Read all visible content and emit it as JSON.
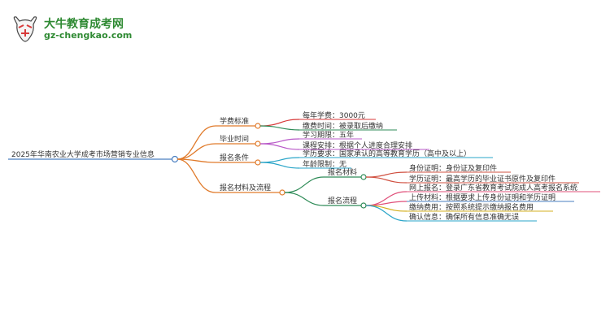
{
  "logo": {
    "title": "大牛教育成考网",
    "url": "gz-chengkao.com",
    "brand_color": "#2f8a33",
    "icon": "bull-head-logo-icon"
  },
  "root": {
    "label": "2025年华南农业大学成考市场营销专业信息"
  },
  "colors": {
    "root_branch": "#e07a2a",
    "root_underline": "#4a7fc1",
    "tuition": "#d83a3a",
    "graduation": "#b858c8",
    "conditions": "#2aa5c8",
    "materials": "#2e8b57",
    "materials_leaf": "#d05040",
    "process_leaf1": "#e0507a",
    "process_leaf2": "#4a7fc1",
    "process_leaf3": "#d4b020",
    "process_leaf4": "#2aa5c8"
  },
  "branches": [
    {
      "label": "学费标准",
      "children": [
        "每年学费：3000元",
        "缴费时间：被录取后缴纳"
      ]
    },
    {
      "label": "毕业时间",
      "children": [
        "学习期限：五年",
        "课程安排：根据个人进度合理安排"
      ]
    },
    {
      "label": "报名条件",
      "children": [
        "学历要求：国家承认的高等教育学历（高中及以上）",
        "年龄限制：无"
      ]
    },
    {
      "label": "报名材料及流程",
      "groups": [
        {
          "label": "报名材料",
          "children": [
            "身份证明：身份证及复印件",
            "学历证明：最高学历的毕业证书原件及复印件"
          ]
        },
        {
          "label": "报名流程",
          "children": [
            "网上报名：登录广东省教育考试院成人高考报名系统",
            "上传材料：根据要求上传身份证明和学历证明",
            "缴纳费用：按照系统提示缴纳报名费用",
            "确认信息：确保所有信息准确无误"
          ]
        }
      ]
    }
  ]
}
